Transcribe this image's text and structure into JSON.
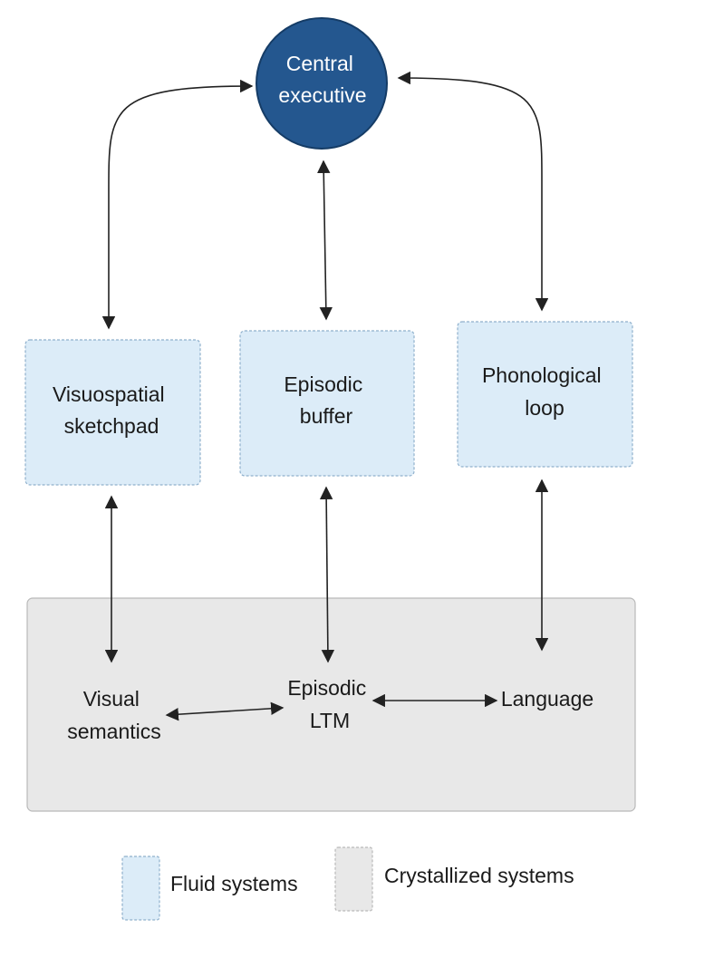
{
  "diagram": {
    "central_executive": {
      "lines": [
        "Central",
        "executive"
      ]
    },
    "visuospatial_sketchpad": {
      "lines": [
        "Visuospatial",
        "sketchpad"
      ]
    },
    "episodic_buffer": {
      "lines": [
        "Episodic",
        "buffer"
      ]
    },
    "phonological_loop": {
      "lines": [
        "Phonological",
        "loop"
      ]
    },
    "visual_semantics": {
      "lines": [
        "Visual",
        "semantics"
      ]
    },
    "episodic_ltm": {
      "lines": [
        "Episodic",
        "LTM"
      ]
    },
    "language": {
      "lines": [
        "Language"
      ]
    }
  },
  "legend": {
    "fluid": "Fluid systems",
    "crystallized": "Crystallized systems"
  },
  "colors": {
    "executive_fill": "#24578f",
    "fluid_fill": "#dcecf8",
    "crystallized_fill": "#e8e8e8",
    "arrow": "#222222"
  }
}
